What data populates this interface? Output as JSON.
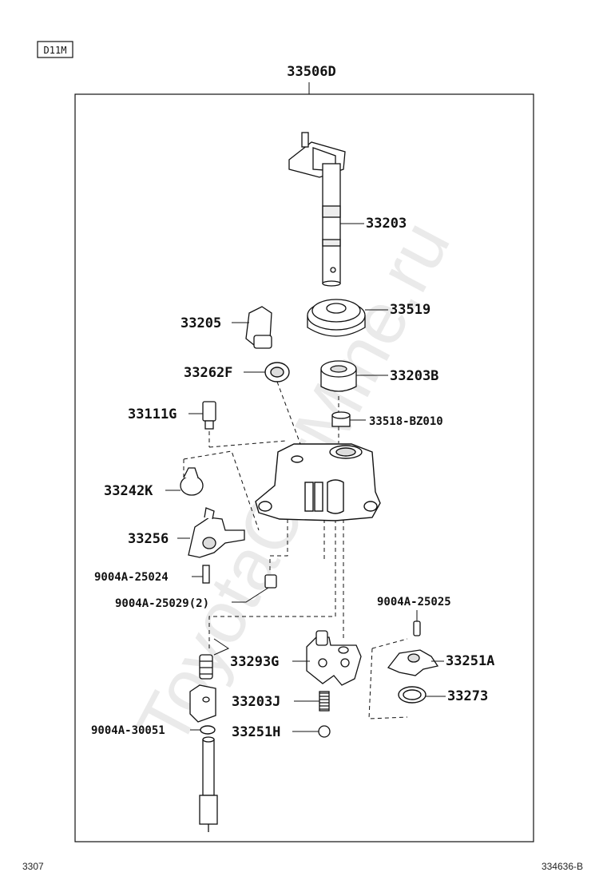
{
  "page": {
    "code_box": "D11M",
    "assembly_label": "33506D",
    "footer_left": "3307",
    "footer_right": "334636-B",
    "watermark": "ToyotaCarMine.ru"
  },
  "parts": [
    {
      "id": "33203",
      "label": "33203"
    },
    {
      "id": "33519",
      "label": "33519"
    },
    {
      "id": "33205",
      "label": "33205"
    },
    {
      "id": "33262F",
      "label": "33262F"
    },
    {
      "id": "33203B",
      "label": "33203B"
    },
    {
      "id": "33111G",
      "label": "33111G"
    },
    {
      "id": "33518-BZ010",
      "label": "33518-BZ010"
    },
    {
      "id": "33242K",
      "label": "33242K"
    },
    {
      "id": "33256",
      "label": "33256"
    },
    {
      "id": "9004A-25024",
      "label": "9004A-25024"
    },
    {
      "id": "9004A-25029",
      "label": "9004A-25029(2)"
    },
    {
      "id": "9004A-25025",
      "label": "9004A-25025"
    },
    {
      "id": "33293G",
      "label": "33293G"
    },
    {
      "id": "33251A",
      "label": "33251A"
    },
    {
      "id": "33203J",
      "label": "33203J"
    },
    {
      "id": "33273",
      "label": "33273"
    },
    {
      "id": "9004A-30051",
      "label": "9004A-30051"
    },
    {
      "id": "33251H",
      "label": "33251H"
    }
  ]
}
